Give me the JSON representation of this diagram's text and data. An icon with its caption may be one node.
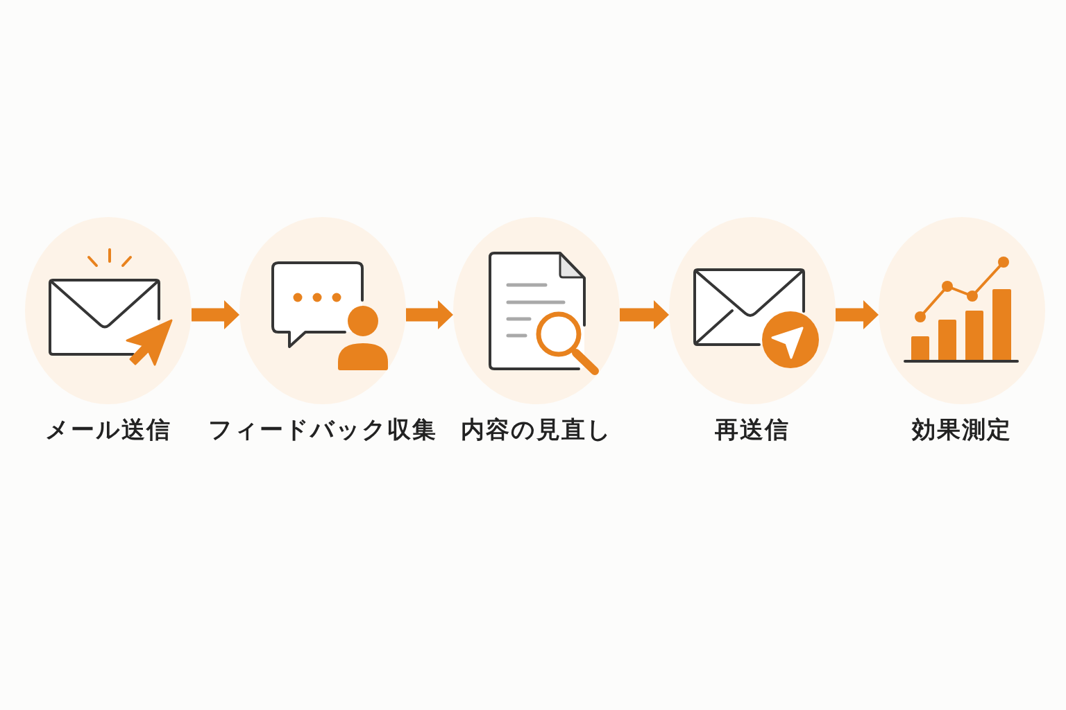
{
  "diagram": {
    "nodes": [
      {
        "text": [
          "メール送信"
        ]
      },
      {
        "text": [
          "フィードバック収集"
        ]
      },
      {
        "text": [
          "内容の見直し"
        ]
      },
      {
        "text": [
          "再送信"
        ]
      },
      {
        "text": [
          "効果測定"
        ]
      }
    ],
    "edges": [
      {
        "from": 0,
        "to": 1,
        "arrow": "to"
      },
      {
        "from": 1,
        "to": 2,
        "arrow": "to"
      },
      {
        "from": 2,
        "to": 3,
        "arrow": "to"
      },
      {
        "from": 3,
        "to": 4,
        "arrow": "to"
      }
    ]
  }
}
